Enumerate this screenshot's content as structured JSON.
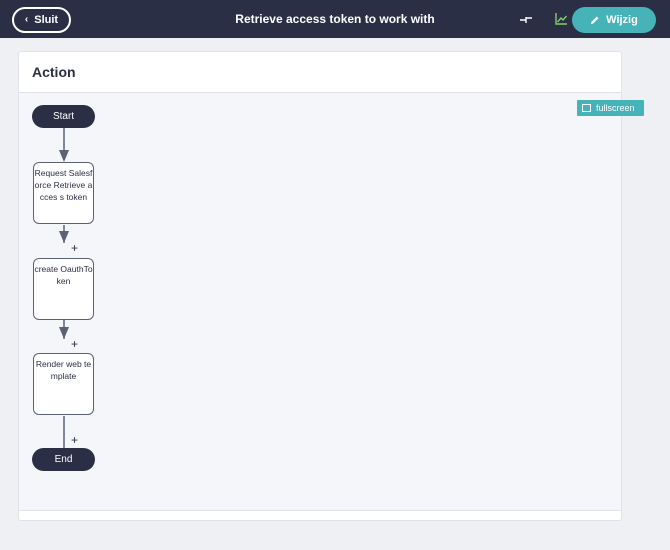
{
  "topbar": {
    "close_label": "Sluit",
    "title": "Retrieve access token to work with",
    "edit_label": "Wijzig"
  },
  "card": {
    "title": "Action",
    "fullscreen_label": "fullscreen"
  },
  "flow": {
    "start_label": "Start",
    "end_label": "End",
    "steps": [
      {
        "label": "Request Salesforce Retrieve acces s token"
      },
      {
        "label": "create OauthToken"
      },
      {
        "label": "Render web te mplate"
      }
    ],
    "add_symbol": "+"
  },
  "colors": {
    "topbar": "#2b2f45",
    "accent": "#45b3b8",
    "chart_icon": "#7fd06a"
  },
  "icons": {
    "close": "chevron-left-icon",
    "compare": "compare-arrows-icon",
    "stats": "line-chart-icon",
    "edit": "pencil-icon",
    "fullscreen": "fullscreen-icon"
  }
}
